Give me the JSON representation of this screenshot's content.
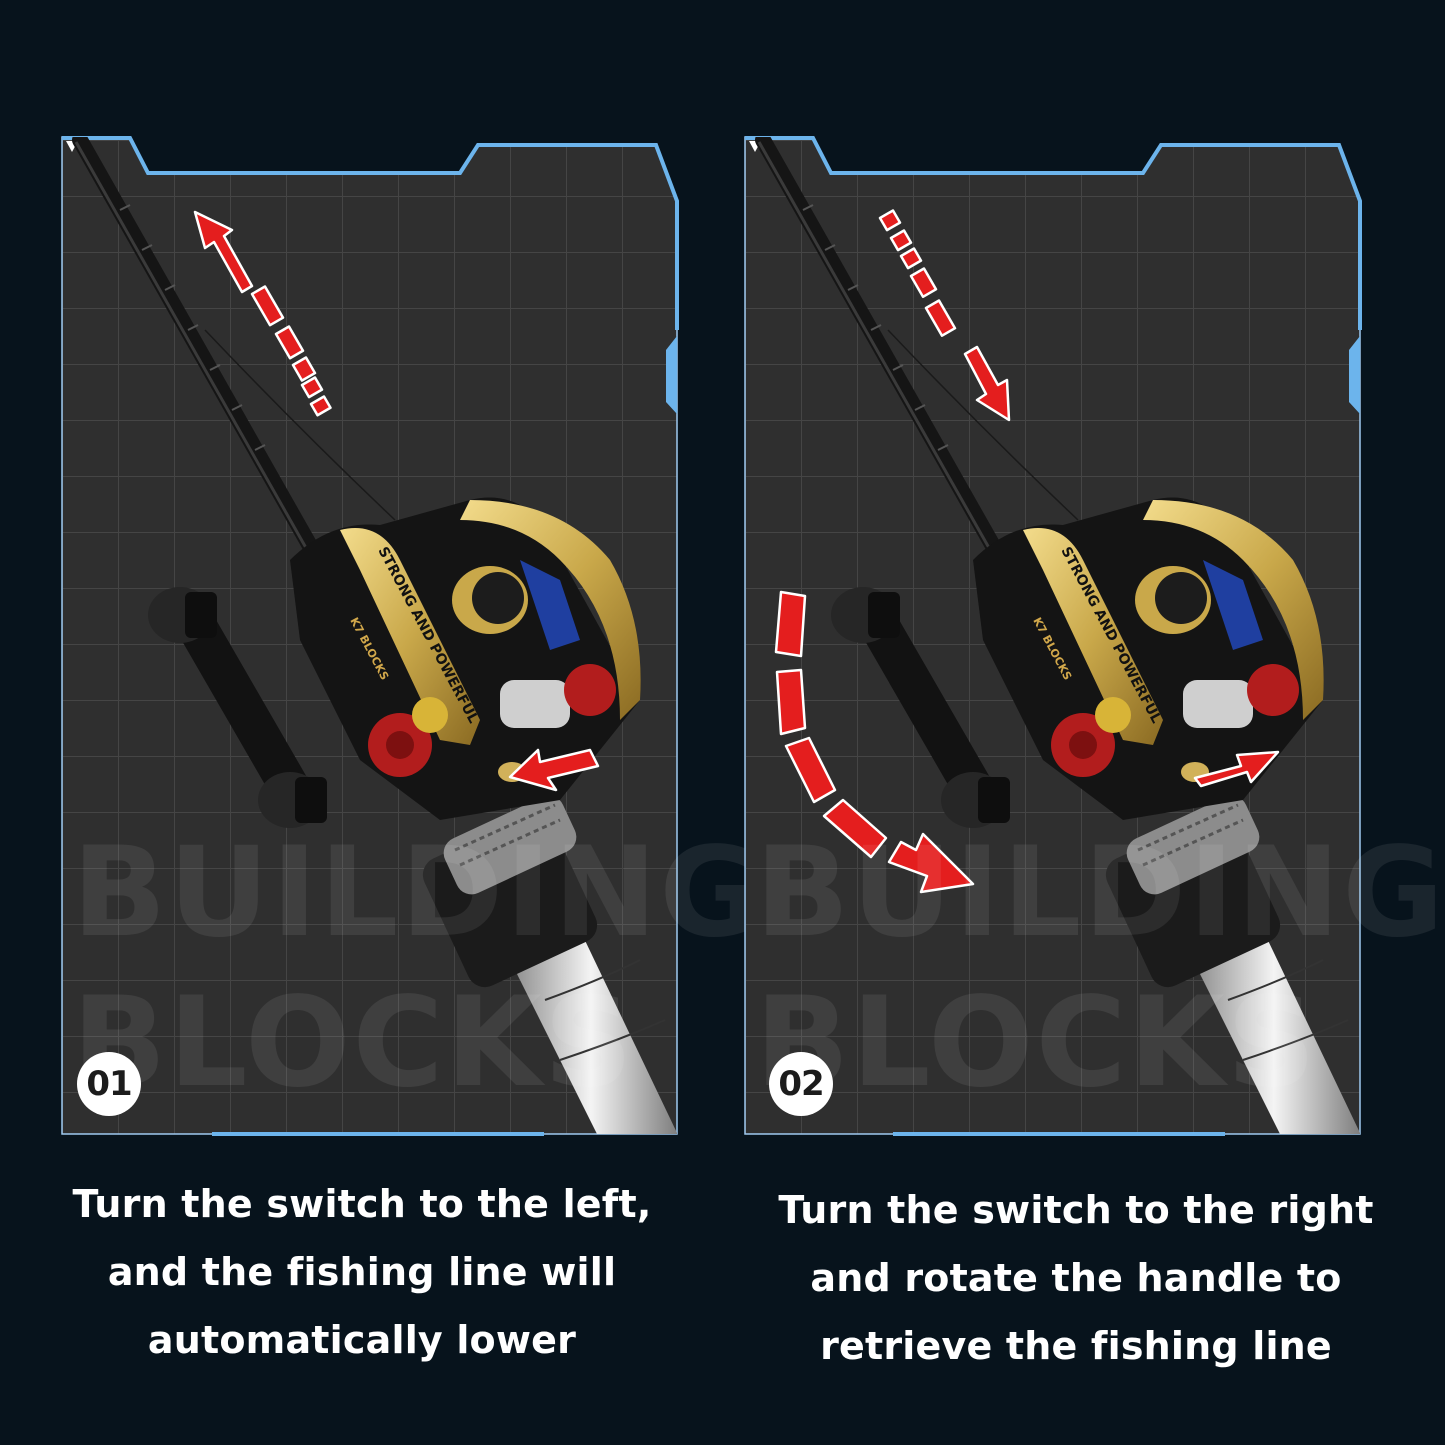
{
  "colors": {
    "background": "#07131c",
    "panel_fill": "#2f2f2f",
    "grid_line": "#454545",
    "frame_accent": "#6cb4ec",
    "arrow_red": "#e41e1e",
    "arrow_outline": "#ffffff",
    "reel_gold": "#c9a84a",
    "caption_text": "#ffffff"
  },
  "panels": [
    {
      "step_number": "01",
      "watermark_line1": "BUILDING",
      "watermark_line2": "BLOCKS",
      "reel_label": "STRONG AND POWERFUL",
      "brand_label": "K7 BLOCKS",
      "arrows": [
        "dashed-arrow-up-left",
        "switch-arrow-left"
      ],
      "caption": [
        "Turn the switch to the left,",
        "and the fishing line will",
        "automatically lower"
      ]
    },
    {
      "step_number": "02",
      "watermark_line1": "BUILDING",
      "watermark_line2": "BLOCKS",
      "reel_label": "STRONG AND POWERFUL",
      "brand_label": "K7 BLOCKS",
      "arrows": [
        "dashed-arrow-down-right",
        "curved-rotation-arrow",
        "switch-arrow-right"
      ],
      "caption": [
        "Turn the switch to the right",
        "and rotate the handle to",
        "retrieve the fishing line"
      ]
    }
  ]
}
